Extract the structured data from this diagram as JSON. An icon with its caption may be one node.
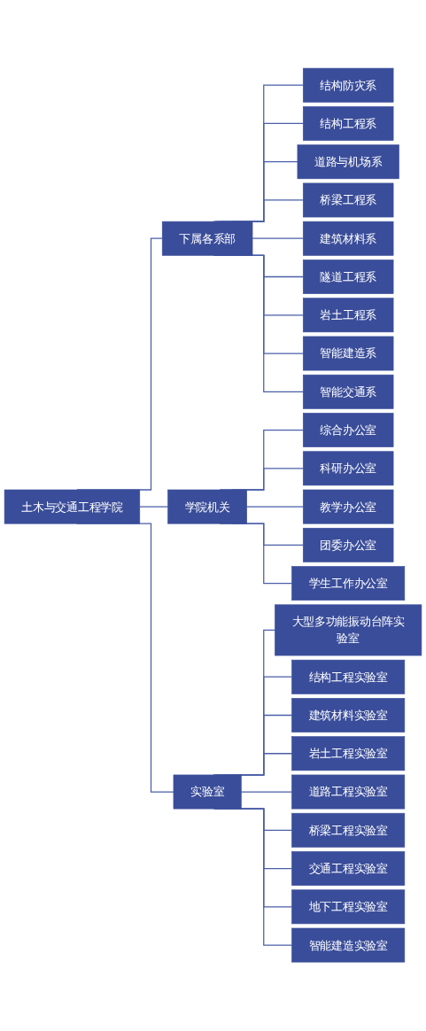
{
  "diagram": {
    "nodes": [
      {
        "text": [
          "土木与交通工程学院"
        ]
      },
      {
        "text": [
          "下属各系部"
        ]
      },
      {
        "text": [
          "结构防灾系"
        ]
      },
      {
        "text": [
          "结构工程系"
        ]
      },
      {
        "text": [
          "道路与机场系"
        ]
      },
      {
        "text": [
          "桥梁工程系"
        ]
      },
      {
        "text": [
          "建筑材料系"
        ]
      },
      {
        "text": [
          "隧道工程系"
        ]
      },
      {
        "text": [
          "岩土工程系"
        ]
      },
      {
        "text": [
          "智能建造系"
        ]
      },
      {
        "text": [
          "智能交通系"
        ]
      },
      {
        "text": [
          "学院机关"
        ]
      },
      {
        "text": [
          "综合办公室"
        ]
      },
      {
        "text": [
          "科研办公室"
        ]
      },
      {
        "text": [
          "教学办公室"
        ]
      },
      {
        "text": [
          "团委办公室"
        ]
      },
      {
        "text": [
          "学生工作办公室"
        ]
      },
      {
        "text": [
          "实验室"
        ]
      },
      {
        "text": [
          "大型多功能振动台阵实验室"
        ]
      },
      {
        "text": [
          "结构工程实验室"
        ]
      },
      {
        "text": [
          "建筑材料实验室"
        ]
      },
      {
        "text": [
          "岩土工程实验室"
        ]
      },
      {
        "text": [
          "道路工程实验室"
        ]
      },
      {
        "text": [
          "桥梁工程实验室"
        ]
      },
      {
        "text": [
          "交通工程实验室"
        ]
      },
      {
        "text": [
          "地下工程实验室"
        ]
      },
      {
        "text": [
          "智能建造实验室"
        ]
      }
    ],
    "edges": [
      {
        "from": 0,
        "to": 1,
        "arrow": "none"
      },
      {
        "from": 1,
        "to": 2,
        "arrow": "none"
      },
      {
        "from": 1,
        "to": 3,
        "arrow": "none"
      },
      {
        "from": 1,
        "to": 4,
        "arrow": "none"
      },
      {
        "from": 1,
        "to": 5,
        "arrow": "none"
      },
      {
        "from": 1,
        "to": 6,
        "arrow": "none"
      },
      {
        "from": 1,
        "to": 7,
        "arrow": "none"
      },
      {
        "from": 1,
        "to": 8,
        "arrow": "none"
      },
      {
        "from": 1,
        "to": 9,
        "arrow": "none"
      },
      {
        "from": 1,
        "to": 10,
        "arrow": "none"
      },
      {
        "from": 0,
        "to": 11,
        "arrow": "none"
      },
      {
        "from": 11,
        "to": 12,
        "arrow": "none"
      },
      {
        "from": 11,
        "to": 13,
        "arrow": "none"
      },
      {
        "from": 11,
        "to": 14,
        "arrow": "none"
      },
      {
        "from": 11,
        "to": 15,
        "arrow": "none"
      },
      {
        "from": 11,
        "to": 16,
        "arrow": "none"
      },
      {
        "from": 0,
        "to": 17,
        "arrow": "none"
      },
      {
        "from": 17,
        "to": 18,
        "arrow": "none"
      },
      {
        "from": 17,
        "to": 19,
        "arrow": "none"
      },
      {
        "from": 17,
        "to": 20,
        "arrow": "none"
      },
      {
        "from": 17,
        "to": 21,
        "arrow": "none"
      },
      {
        "from": 17,
        "to": 22,
        "arrow": "none"
      },
      {
        "from": 17,
        "to": 23,
        "arrow": "none"
      },
      {
        "from": 17,
        "to": 24,
        "arrow": "none"
      },
      {
        "from": 17,
        "to": 25,
        "arrow": "none"
      },
      {
        "from": 17,
        "to": 26,
        "arrow": "none"
      }
    ]
  }
}
